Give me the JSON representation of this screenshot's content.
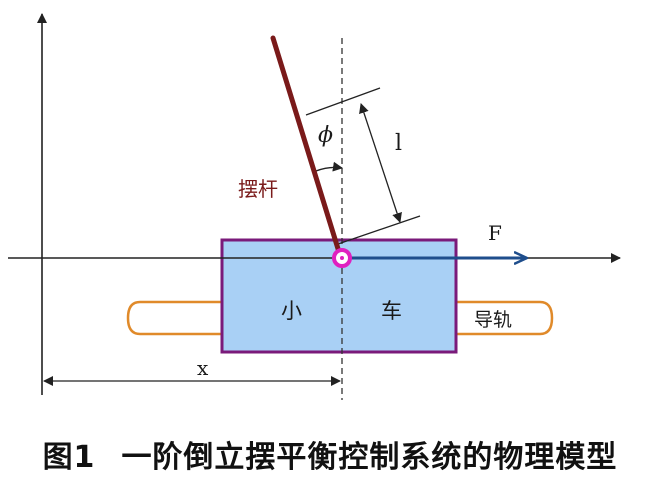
{
  "figure": {
    "caption_number": "图1",
    "caption_text": "一阶倒立摆平衡控制系统的物理模型"
  },
  "labels": {
    "rod": "摆杆",
    "angle": "ϕ",
    "length": "l",
    "force": "F",
    "cart_left": "小",
    "cart_right": "车",
    "rail": "导轨",
    "position": "x"
  },
  "colors": {
    "rod": "#7a1a1a",
    "cart_fill": "#a9d0f5",
    "cart_border": "#7a1a7a",
    "rail": "#e08a2a",
    "force": "#1f4e8c",
    "pivot": "#e020c0",
    "axis": "#222222"
  }
}
